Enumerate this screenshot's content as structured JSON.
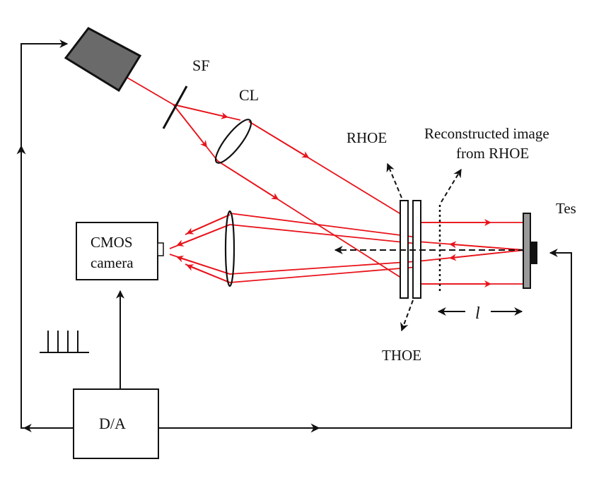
{
  "labels": {
    "sf": "SF",
    "cl": "CL",
    "rhoe": "RHOE",
    "reconstructed_line1": "Reconstructed image",
    "reconstructed_line2": "from RHOE",
    "test_object": "Tes",
    "cmos_line1": "CMOS",
    "cmos_line2": "camera",
    "thoe": "THOE",
    "distance": "l",
    "da": "D/A"
  },
  "colors": {
    "beam": "#e8141b",
    "ink": "#111111",
    "laser_body": "#6a6a6a",
    "plate": "#ffffff",
    "test_plate": "#9a9a9a"
  },
  "icons": {
    "laser": "laser-source-icon",
    "spatial_filter": "spatial-filter-icon",
    "pulse_train": "pulse-train-icon"
  }
}
